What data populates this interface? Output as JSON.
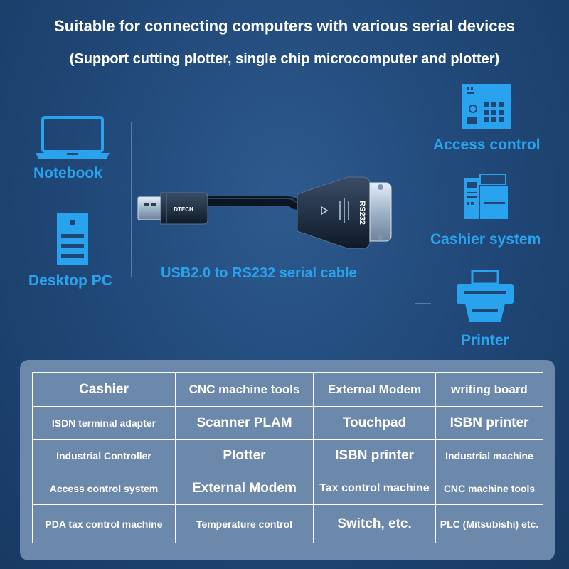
{
  "header": {
    "title": "Suitable for connecting computers with various serial devices",
    "subtitle": "(Support cutting plotter, single chip microcomputer and plotter)"
  },
  "left_devices": {
    "notebook": "Notebook",
    "desktop": "Desktop PC"
  },
  "cable": {
    "caption": "USB2.0 to RS232 serial cable",
    "brand": "DTECH",
    "connector_label": "RS232"
  },
  "right_devices": {
    "access": "Access control",
    "cashier": "Cashier system",
    "printer": "Printer"
  },
  "colors": {
    "accent": "#2aa3ee",
    "background": "#1f4675",
    "panel": "#6c88ab"
  },
  "table": {
    "rows": [
      [
        "Cashier",
        "CNC machine tools",
        "External Modem",
        "writing board"
      ],
      [
        "ISDN terminal adapter",
        "Scanner PLAM",
        "Touchpad",
        "ISBN printer"
      ],
      [
        "Industrial Controller",
        "Plotter",
        "ISBN printer",
        "Industrial machine"
      ],
      [
        "Access control system",
        "External Modem",
        "Tax control machine",
        "CNC machine tools"
      ],
      [
        "PDA tax control machine",
        "Temperature control",
        "Switch, etc.",
        "PLC (Mitsubishi) etc."
      ]
    ]
  }
}
